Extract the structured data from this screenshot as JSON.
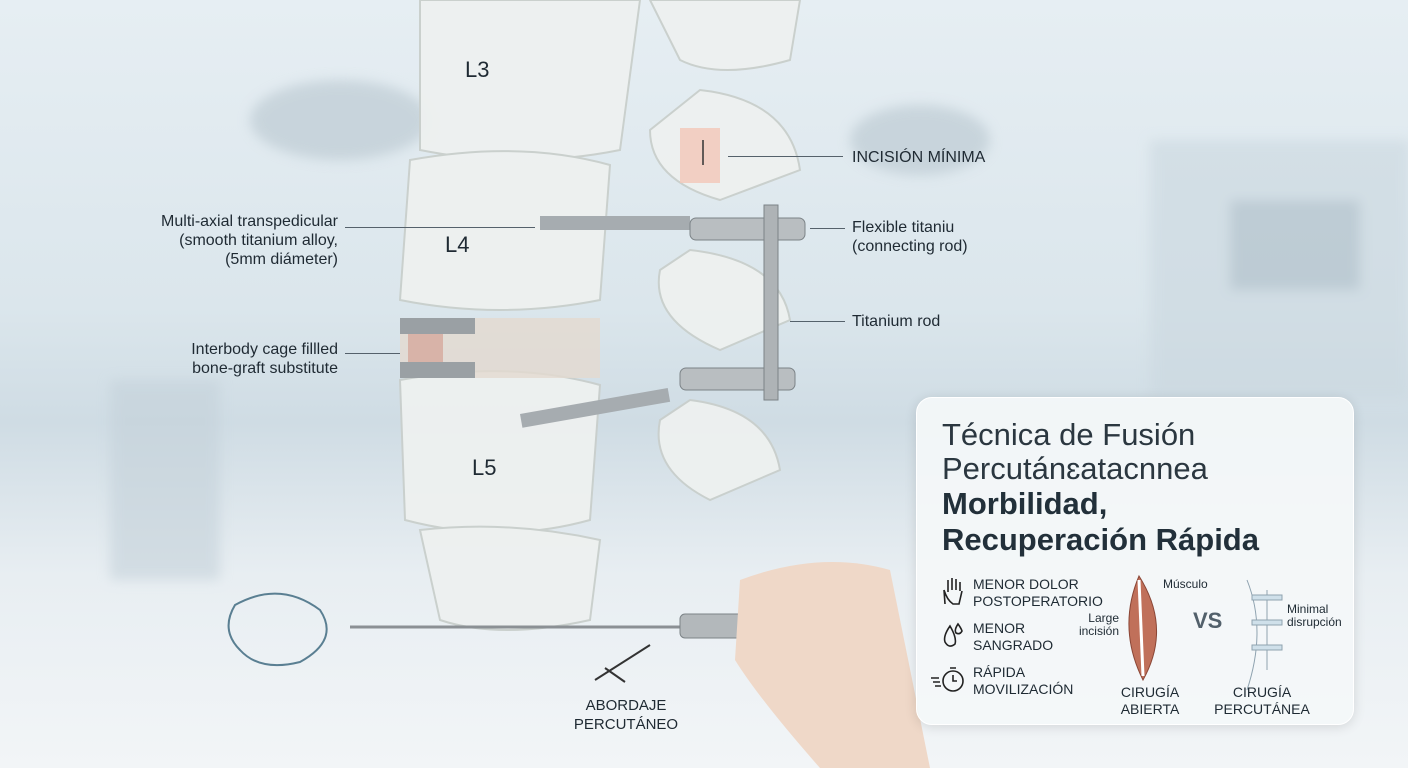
{
  "vertebrae": {
    "l3": "L3",
    "l4": "L4",
    "l5": "L5"
  },
  "callouts": {
    "incision": "INCISIÓN MÍNIMA",
    "screw": [
      "Multi-axial transpedicular",
      "(smooth titanium alloy,",
      "(5mm diámeter)"
    ],
    "cage": [
      "Interbody cage fillled",
      "bone-graft substitute"
    ],
    "flex_rod": [
      "Flexible titaniu",
      "(connecting rod)"
    ],
    "rod": "Titanium rod",
    "approach": [
      "ABORDAJE",
      "PERCUTÁNEO"
    ]
  },
  "card": {
    "title_light": [
      "Técnica de Fusión",
      "Percutánɛatacnnea"
    ],
    "title_bold": [
      "Morbilidad,",
      "Recuperación Rápida"
    ],
    "benefits": [
      {
        "icon": "hand-icon",
        "lines": [
          "MENOR DOLOR",
          "POSTOPERATORIO"
        ]
      },
      {
        "icon": "drops-icon",
        "lines": [
          "MENOR",
          "SANGRADO"
        ]
      },
      {
        "icon": "stopwatch-icon",
        "lines": [
          "RÁPIDA",
          "MOVILIZACIÓN"
        ]
      }
    ],
    "open": {
      "musculo": "Músculo",
      "incision": [
        "Large",
        "incisión"
      ],
      "caption": [
        "CIRUGÍA",
        "ABIERTA"
      ]
    },
    "vs": "VS",
    "perc": {
      "label": [
        "Minimal",
        "disrupción"
      ],
      "caption": [
        "CIRUGÍA",
        "PERCUTÁNEA"
      ]
    }
  }
}
